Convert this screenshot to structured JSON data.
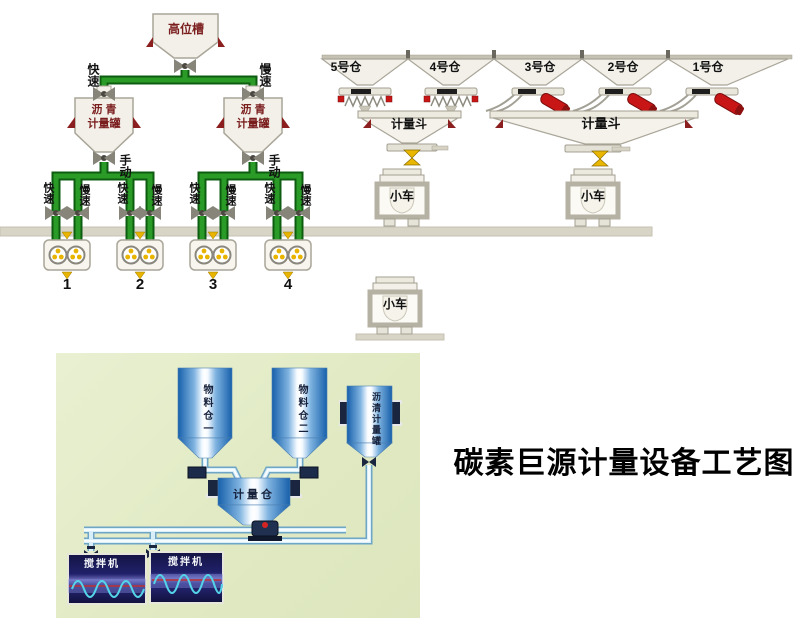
{
  "title": "碳素巨源计量设备工艺图",
  "asphalt_system": {
    "high_tank": "高位槽",
    "fast": "快速",
    "slow": "慢速",
    "manual": "手动",
    "tank_line1": "沥 青",
    "tank_line2": "计量罐",
    "outlets": [
      {
        "fast": "快速",
        "slow": "慢速",
        "num": "1"
      },
      {
        "fast": "快速",
        "slow": "慢速",
        "num": "2"
      },
      {
        "fast": "快速",
        "slow": "慢速",
        "num": "3"
      },
      {
        "fast": "快速",
        "slow": "慢速",
        "num": "4"
      }
    ]
  },
  "silo_system": {
    "silos": [
      {
        "label": "5号仓"
      },
      {
        "label": "4号仓"
      },
      {
        "label": "3号仓"
      },
      {
        "label": "2号仓"
      },
      {
        "label": "1号仓"
      }
    ],
    "weigh_hopper_left": "计量斗",
    "weigh_hopper_right": "计量斗",
    "cart_left": "小车",
    "cart_right": "小车",
    "cart_middle": "小车"
  },
  "photo_panel": {
    "material_silo_1": "物料仓一",
    "material_silo_2": "物料仓二",
    "asphalt_weigh_tank": "沥清计量罐",
    "weigh_bin": "计量仓",
    "mixer_left": "搅拌机",
    "mixer_right": "搅拌机"
  },
  "colors": {
    "pipe_green": "#2a9b27",
    "pipe_green_dark": "#0d5c10",
    "tank_label_red": "#7a1d1d",
    "alarm_red": "#c81616",
    "valve_yellow": "#eab700",
    "photo_background": "#e2ebc4",
    "photo_blue": "#1760ab",
    "mixer_navy": "#1a1a55",
    "waveform_cyan": "#55d4e8",
    "floor_gray": "#d8d4c6"
  }
}
